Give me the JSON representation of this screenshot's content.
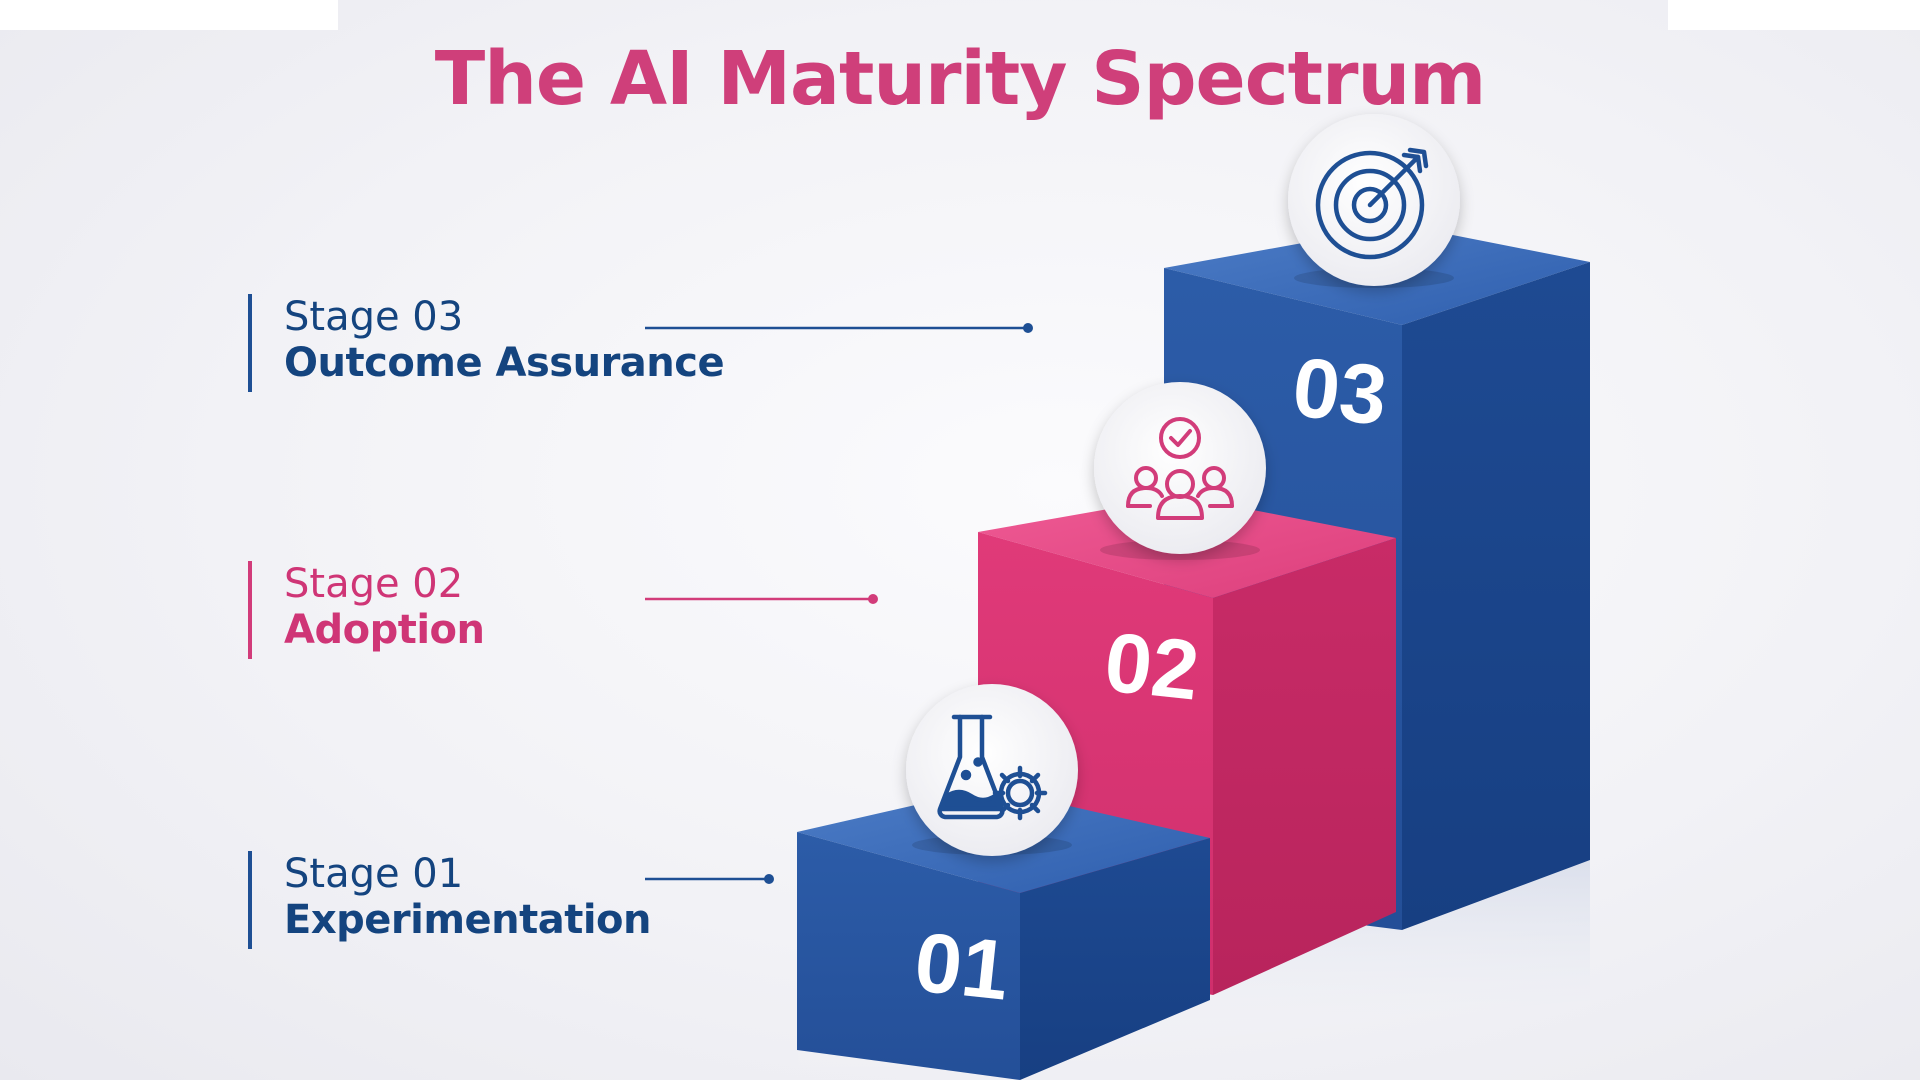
{
  "title": "The AI Maturity Spectrum",
  "colors": {
    "title": "#cf3f7a",
    "blue": "#1e4f94",
    "pink": "#d23c7a"
  },
  "stages": [
    {
      "number_label": "Stage 01",
      "name": "Experimentation",
      "block_label": "01",
      "color": "blue",
      "icon": "flask-gear-icon"
    },
    {
      "number_label": "Stage 02",
      "name": "Adoption",
      "block_label": "02",
      "color": "pink",
      "icon": "team-check-icon"
    },
    {
      "number_label": "Stage 03",
      "name": "Outcome Assurance",
      "block_label": "03",
      "color": "blue",
      "icon": "target-arrow-icon"
    }
  ]
}
